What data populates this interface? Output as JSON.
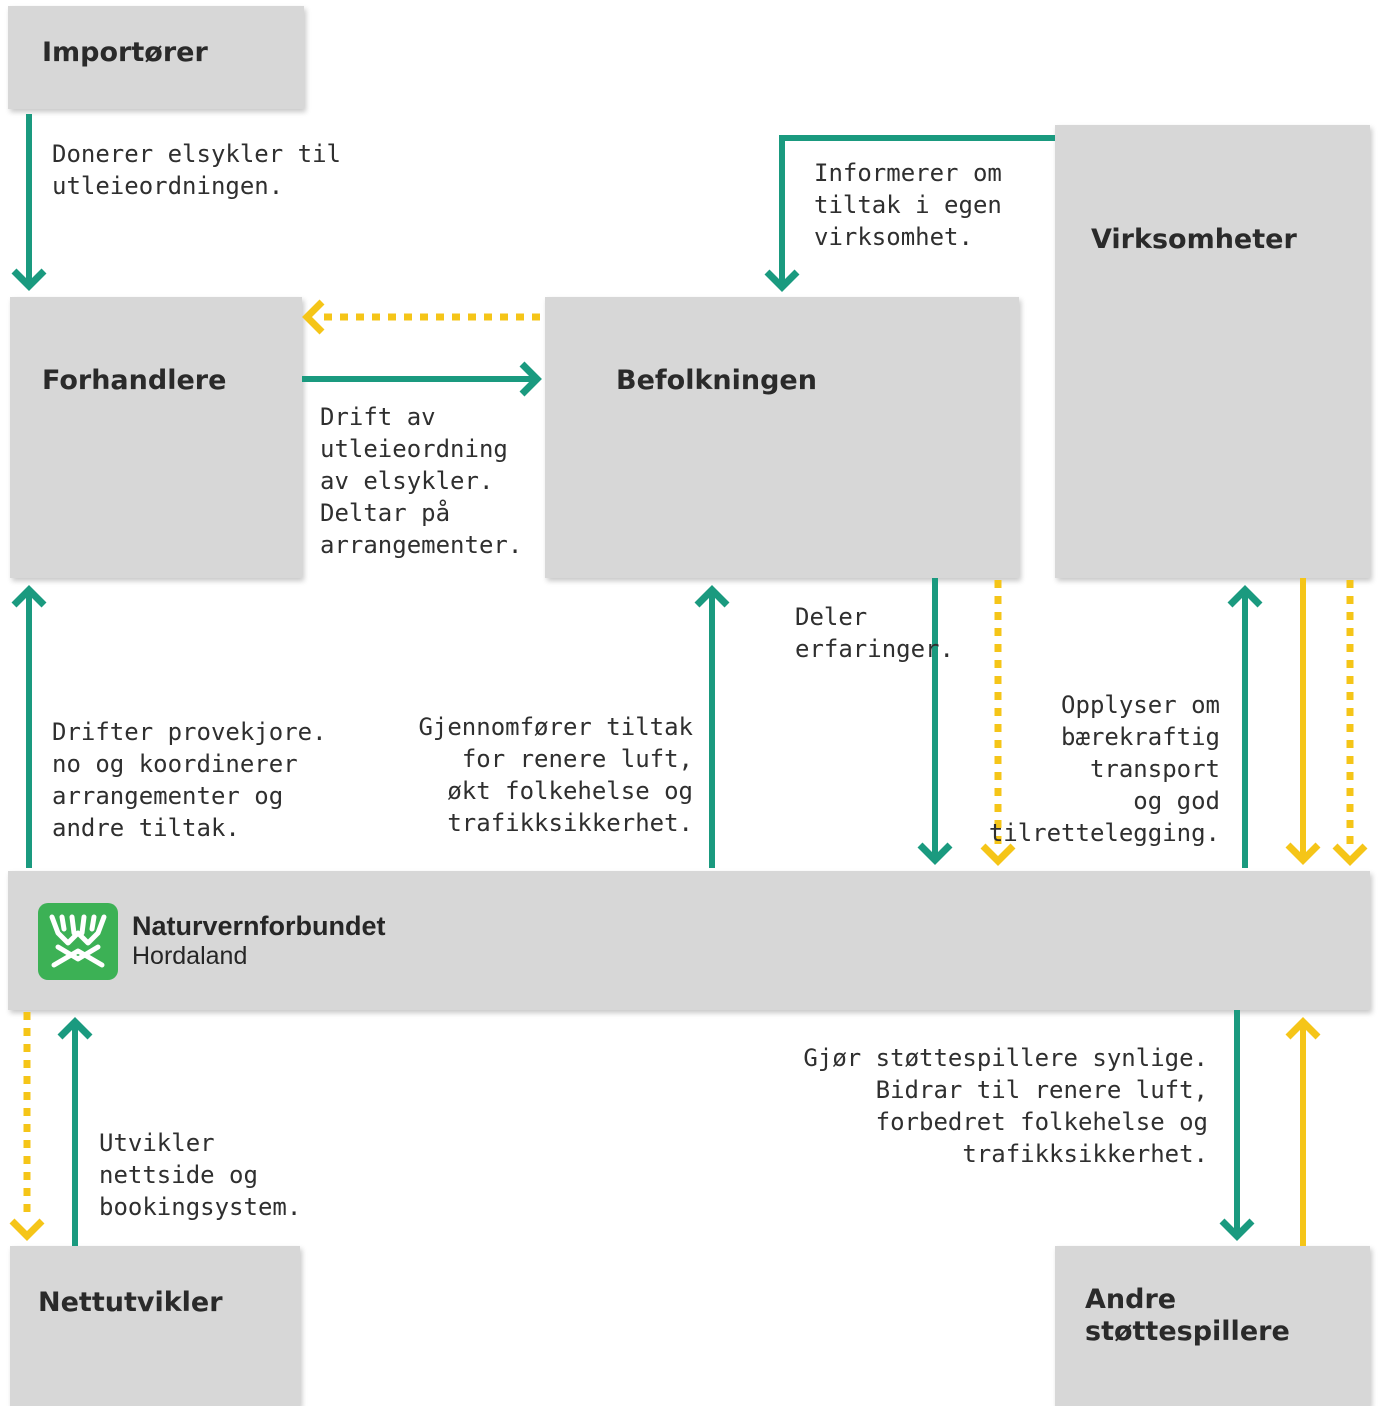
{
  "colors": {
    "box": "#d7d7d7",
    "green_arrow": "#1a9a7f",
    "yellow_arrow": "#f5c518",
    "logo_green": "#3cb155"
  },
  "actors": {
    "importorer": "Importører",
    "forhandlere": "Forhandlere",
    "befolkningen": "Befolkningen",
    "virksomheter": "Virksomheter",
    "nettutvikler": "Nettutvikler",
    "andre": "Andre\nstøttespillere"
  },
  "org": {
    "name": "Naturvernforbundet",
    "region": "Hordaland",
    "logo_icon": "antler-logo-icon"
  },
  "flows": {
    "importorer_to_forhandlere": "Donerer elsykler til\nutleieordningen.",
    "virksomheter_to_befolkningen": "Informerer om\ntiltak i egen\nvirksomhet.",
    "forhandlere_to_befolkningen": "Drift av\nutleieordning\nav elsykler.\nDeltar på\narrangementer.",
    "befolkningen_to_nvf": "Deler\nerfaringer.",
    "nvf_to_forhandlere": "Drifter provekjore.\nno og koordinerer\narrangementer og\nandre tiltak.",
    "nvf_to_befolkningen": "Gjennomfører tiltak\nfor renere luft,\nøkt folkehelse og\ntrafikksikkerhet.",
    "nvf_to_virksomheter": "Opplyser om\nbærekraftig\ntransport\nog god\ntilrettelegging.",
    "nettutvikler_to_nvf": "Utvikler\nnettside og\nbookingsystem.",
    "nvf_to_andre": "Gjør støttespillere synlige.\nBidrar til renere luft,\nforbedret folkehelse og\ntrafikksikkerhet."
  }
}
